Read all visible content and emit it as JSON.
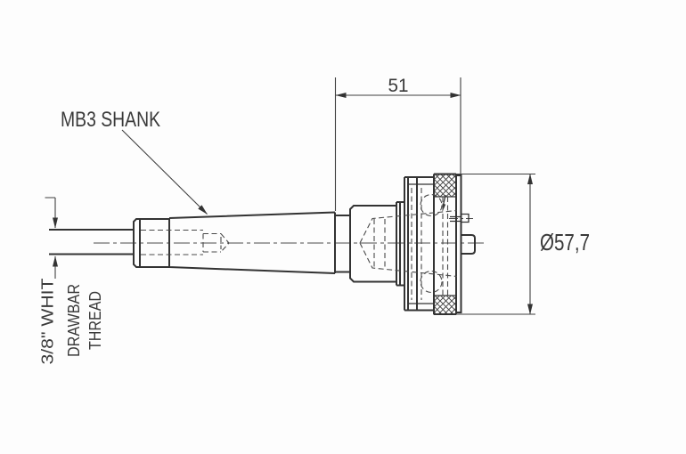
{
  "drawing": {
    "shank_label": "MB3 SHANK",
    "dimensions": {
      "length": "51",
      "diameter": "Ø57,7"
    },
    "drawbar_label": {
      "line1": "3/8\" WHIT",
      "line2": "DRAWBAR",
      "line3": "THREAD"
    },
    "colors": {
      "outline": "#333333",
      "thin_line": "#4a4a4a",
      "text": "#3a3a3a",
      "background": "#fdfdfd"
    }
  }
}
